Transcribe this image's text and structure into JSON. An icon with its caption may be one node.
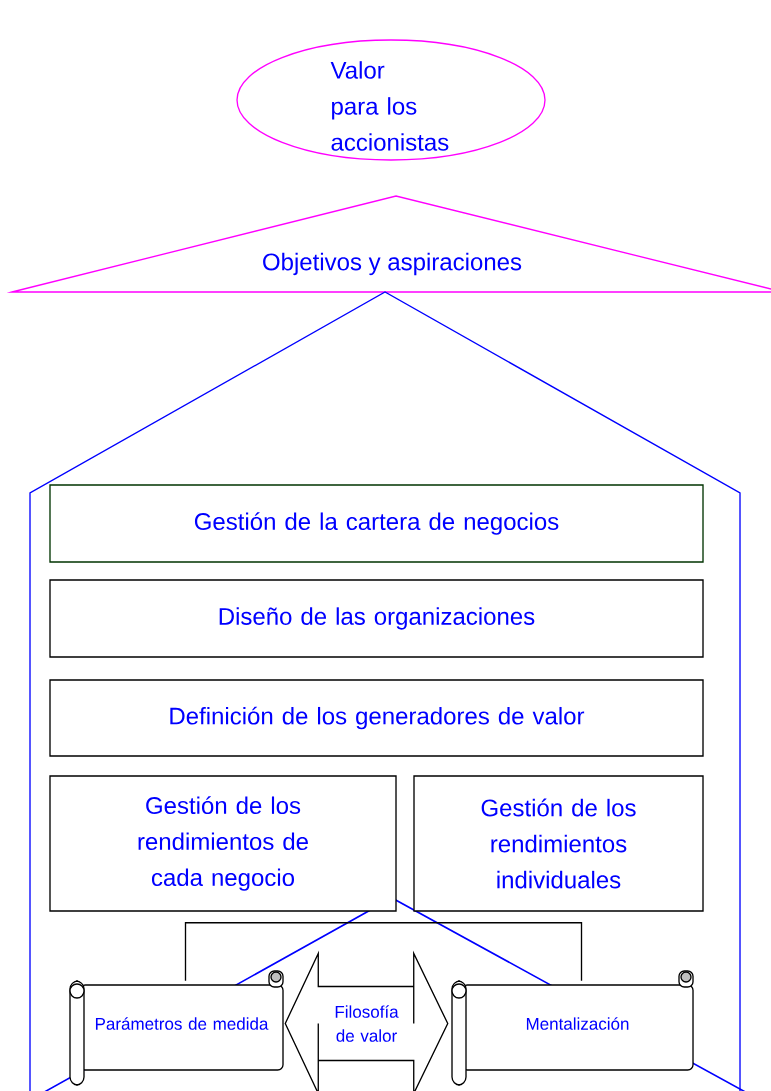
{
  "diagram": {
    "nodes": [
      {
        "text": [
          "Valor para los accionistas"
        ]
      },
      {
        "text": [
          "Objetivos y aspiraciones"
        ]
      },
      {
        "text": [],
        "shape": "pentagon"
      },
      {
        "text": [
          "Gestión de la cartera de negocios"
        ],
        "in": 2
      },
      {
        "text": [
          "Diseño de las organizaciones"
        ],
        "in": 2
      },
      {
        "text": [
          "Definición de los generadores de valor"
        ],
        "in": 2
      },
      {
        "text": [
          "Gestión de los rendimientos de cada negocio"
        ],
        "in": 2
      },
      {
        "text": [
          "Gestión de los rendimientos individuales"
        ],
        "in": 2
      },
      {
        "text": [
          "Parámetros de medida"
        ],
        "in": 2
      },
      {
        "text": [
          "Mentalización"
        ],
        "in": 2
      }
    ],
    "edges": [
      {
        "from": 8,
        "to": 9,
        "arrow": "none"
      },
      {
        "from": 8,
        "to": 9,
        "arrow": "both",
        "label": "Filosofía de valor",
        "style": "thick"
      }
    ]
  }
}
